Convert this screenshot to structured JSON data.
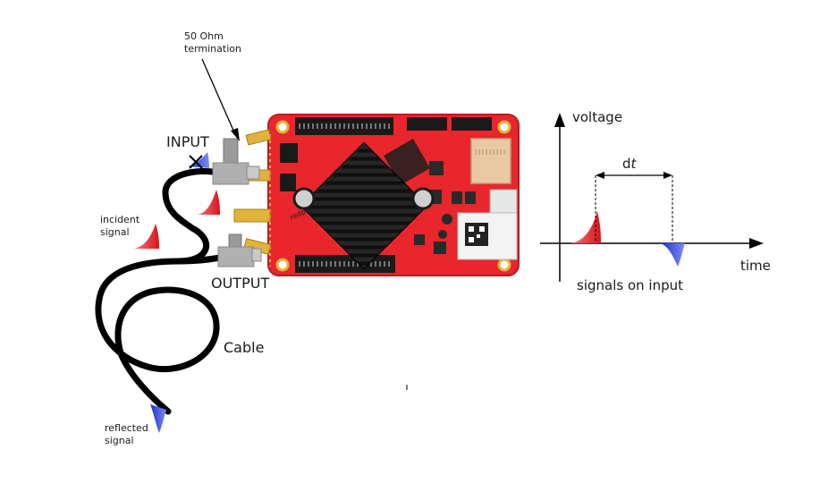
{
  "labels": {
    "termination_line1": "50 Ohm",
    "termination_line2": "termination",
    "input": "INPUT",
    "output": "OUTPUT",
    "incident_line1": "incident",
    "incident_line2": "signal",
    "reflected_line1": "reflected",
    "reflected_line2": "signal",
    "cable": "Cable",
    "voltage_axis": "voltage",
    "time_axis": "time",
    "dt_prefix": "d",
    "dt_suffix": "t",
    "signals_on_input": "signals on input",
    "board_brand": "redpitaya"
  },
  "colors": {
    "board": "#e8262c",
    "board_dark": "#b51d22",
    "heatsink": "#1c1c1c",
    "incident_pulse": "#e8262c",
    "reflected_pulse": "#2a3fd8",
    "connector_gold": "#e0b43a",
    "tee_gray": "#a8a8a8",
    "cable": "#000000"
  }
}
